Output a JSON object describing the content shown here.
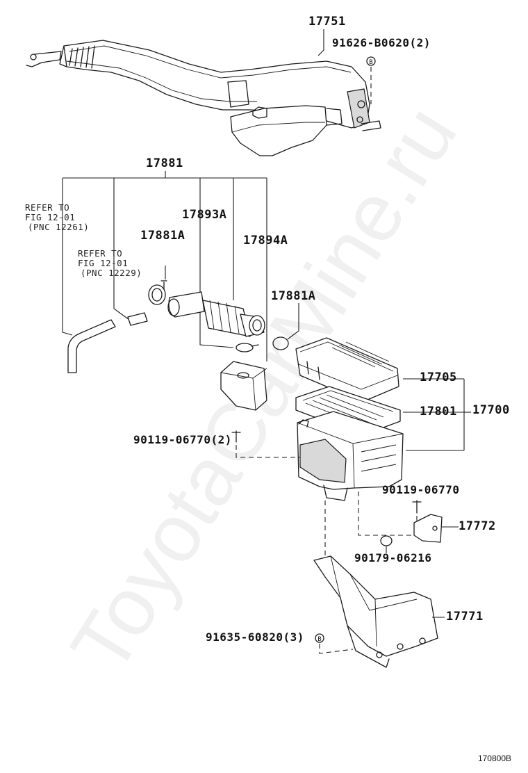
{
  "watermark": "ToyotaCarMine.ru",
  "figure_id": "170800B",
  "labels": {
    "p17751": "17751",
    "p91626": "91626-B0620(2)",
    "p17881": "17881",
    "p17893a": "17893A",
    "p17881a_left": "17881A",
    "p17894a": "17894A",
    "p17881a_right": "17881A",
    "p17705": "17705",
    "p17801": "17801",
    "p17700": "17700",
    "p90119_left": "90119-06770(2)",
    "p90119_right": "90119-06770",
    "p17772": "17772",
    "p90179": "90179-06216",
    "p17771": "17771",
    "p91635": "91635-60820(3)"
  },
  "refer1": {
    "line1": "REFER TO",
    "line2": "FIG 12-01",
    "line3": "(PNC 12261)"
  },
  "refer2": {
    "line1": "REFER TO",
    "line2": "FIG 12-01",
    "line3": "(PNC 12229)"
  },
  "marker_symbol": "B"
}
